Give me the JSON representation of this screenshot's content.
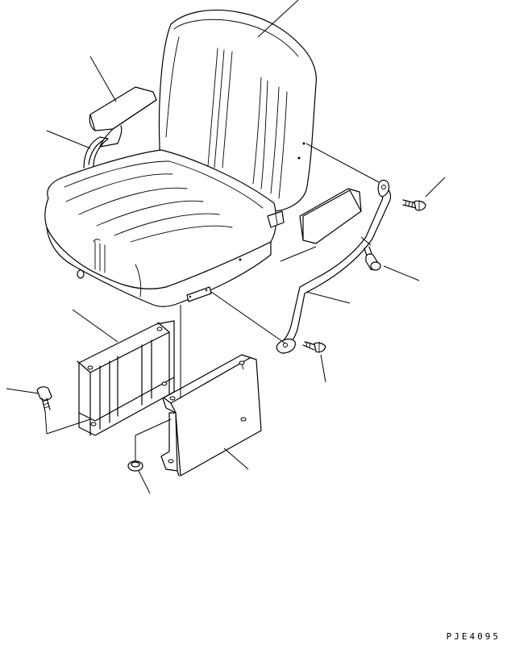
{
  "drawing": {
    "code": "PJE4095"
  },
  "parts": [
    {
      "name": "seat"
    },
    {
      "name": "left-armrest"
    },
    {
      "name": "left-armrest-bracket"
    },
    {
      "name": "right-armrest"
    },
    {
      "name": "right-armrest-bracket"
    },
    {
      "name": "armrest-bolt-upper"
    },
    {
      "name": "armrest-bolt-lower"
    },
    {
      "name": "washer"
    },
    {
      "name": "seat-mount-bracket"
    },
    {
      "name": "seat-cover-plate"
    },
    {
      "name": "mount-bolt"
    },
    {
      "name": "mount-nut"
    }
  ]
}
